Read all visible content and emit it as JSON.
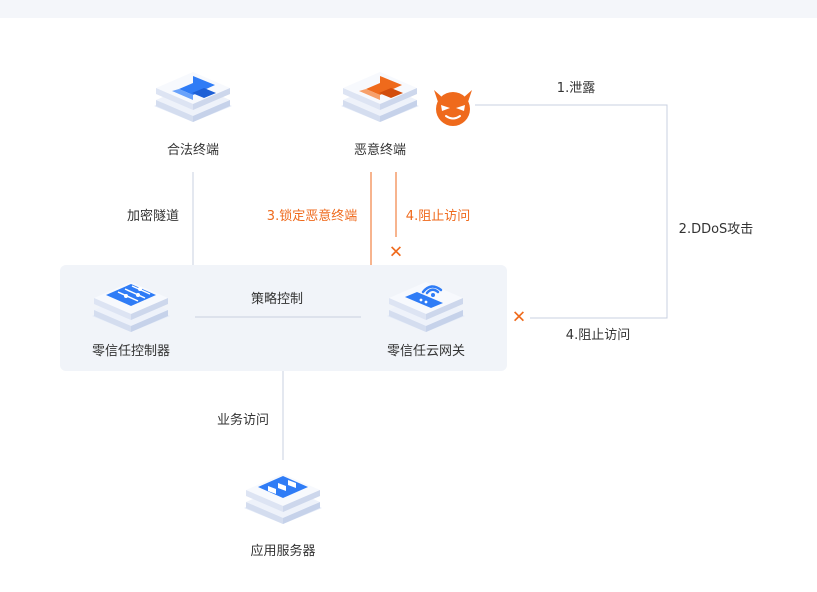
{
  "nodes": {
    "legit_terminal": "合法终端",
    "malicious_terminal": "恶意终端",
    "controller": "零信任控制器",
    "gateway": "零信任云网关",
    "app_server": "应用服务器"
  },
  "edges": {
    "encrypted_tunnel": "加密隧道",
    "lock_malicious": "3.锁定恶意终端",
    "block_access_top": "4.阻止访问",
    "leak": "1.泄露",
    "ddos": "2.DDoS攻击",
    "block_access_right": "4.阻止访问",
    "policy_control": "策略控制",
    "business_access": "业务访问"
  },
  "colors": {
    "accent_blue": "#2f7cf6",
    "accent_orange": "#ef6a1c",
    "line_gray": "#c9d0e0",
    "panel_bg": "#f1f4f9"
  },
  "icons": {
    "legit": "terminal-blue-icon",
    "malicious": "terminal-orange-icon",
    "hacker": "devil-icon",
    "controller": "controller-sliders-icon",
    "gateway": "gateway-wifi-icon",
    "server": "server-rack-icon",
    "block": "cross-icon"
  }
}
